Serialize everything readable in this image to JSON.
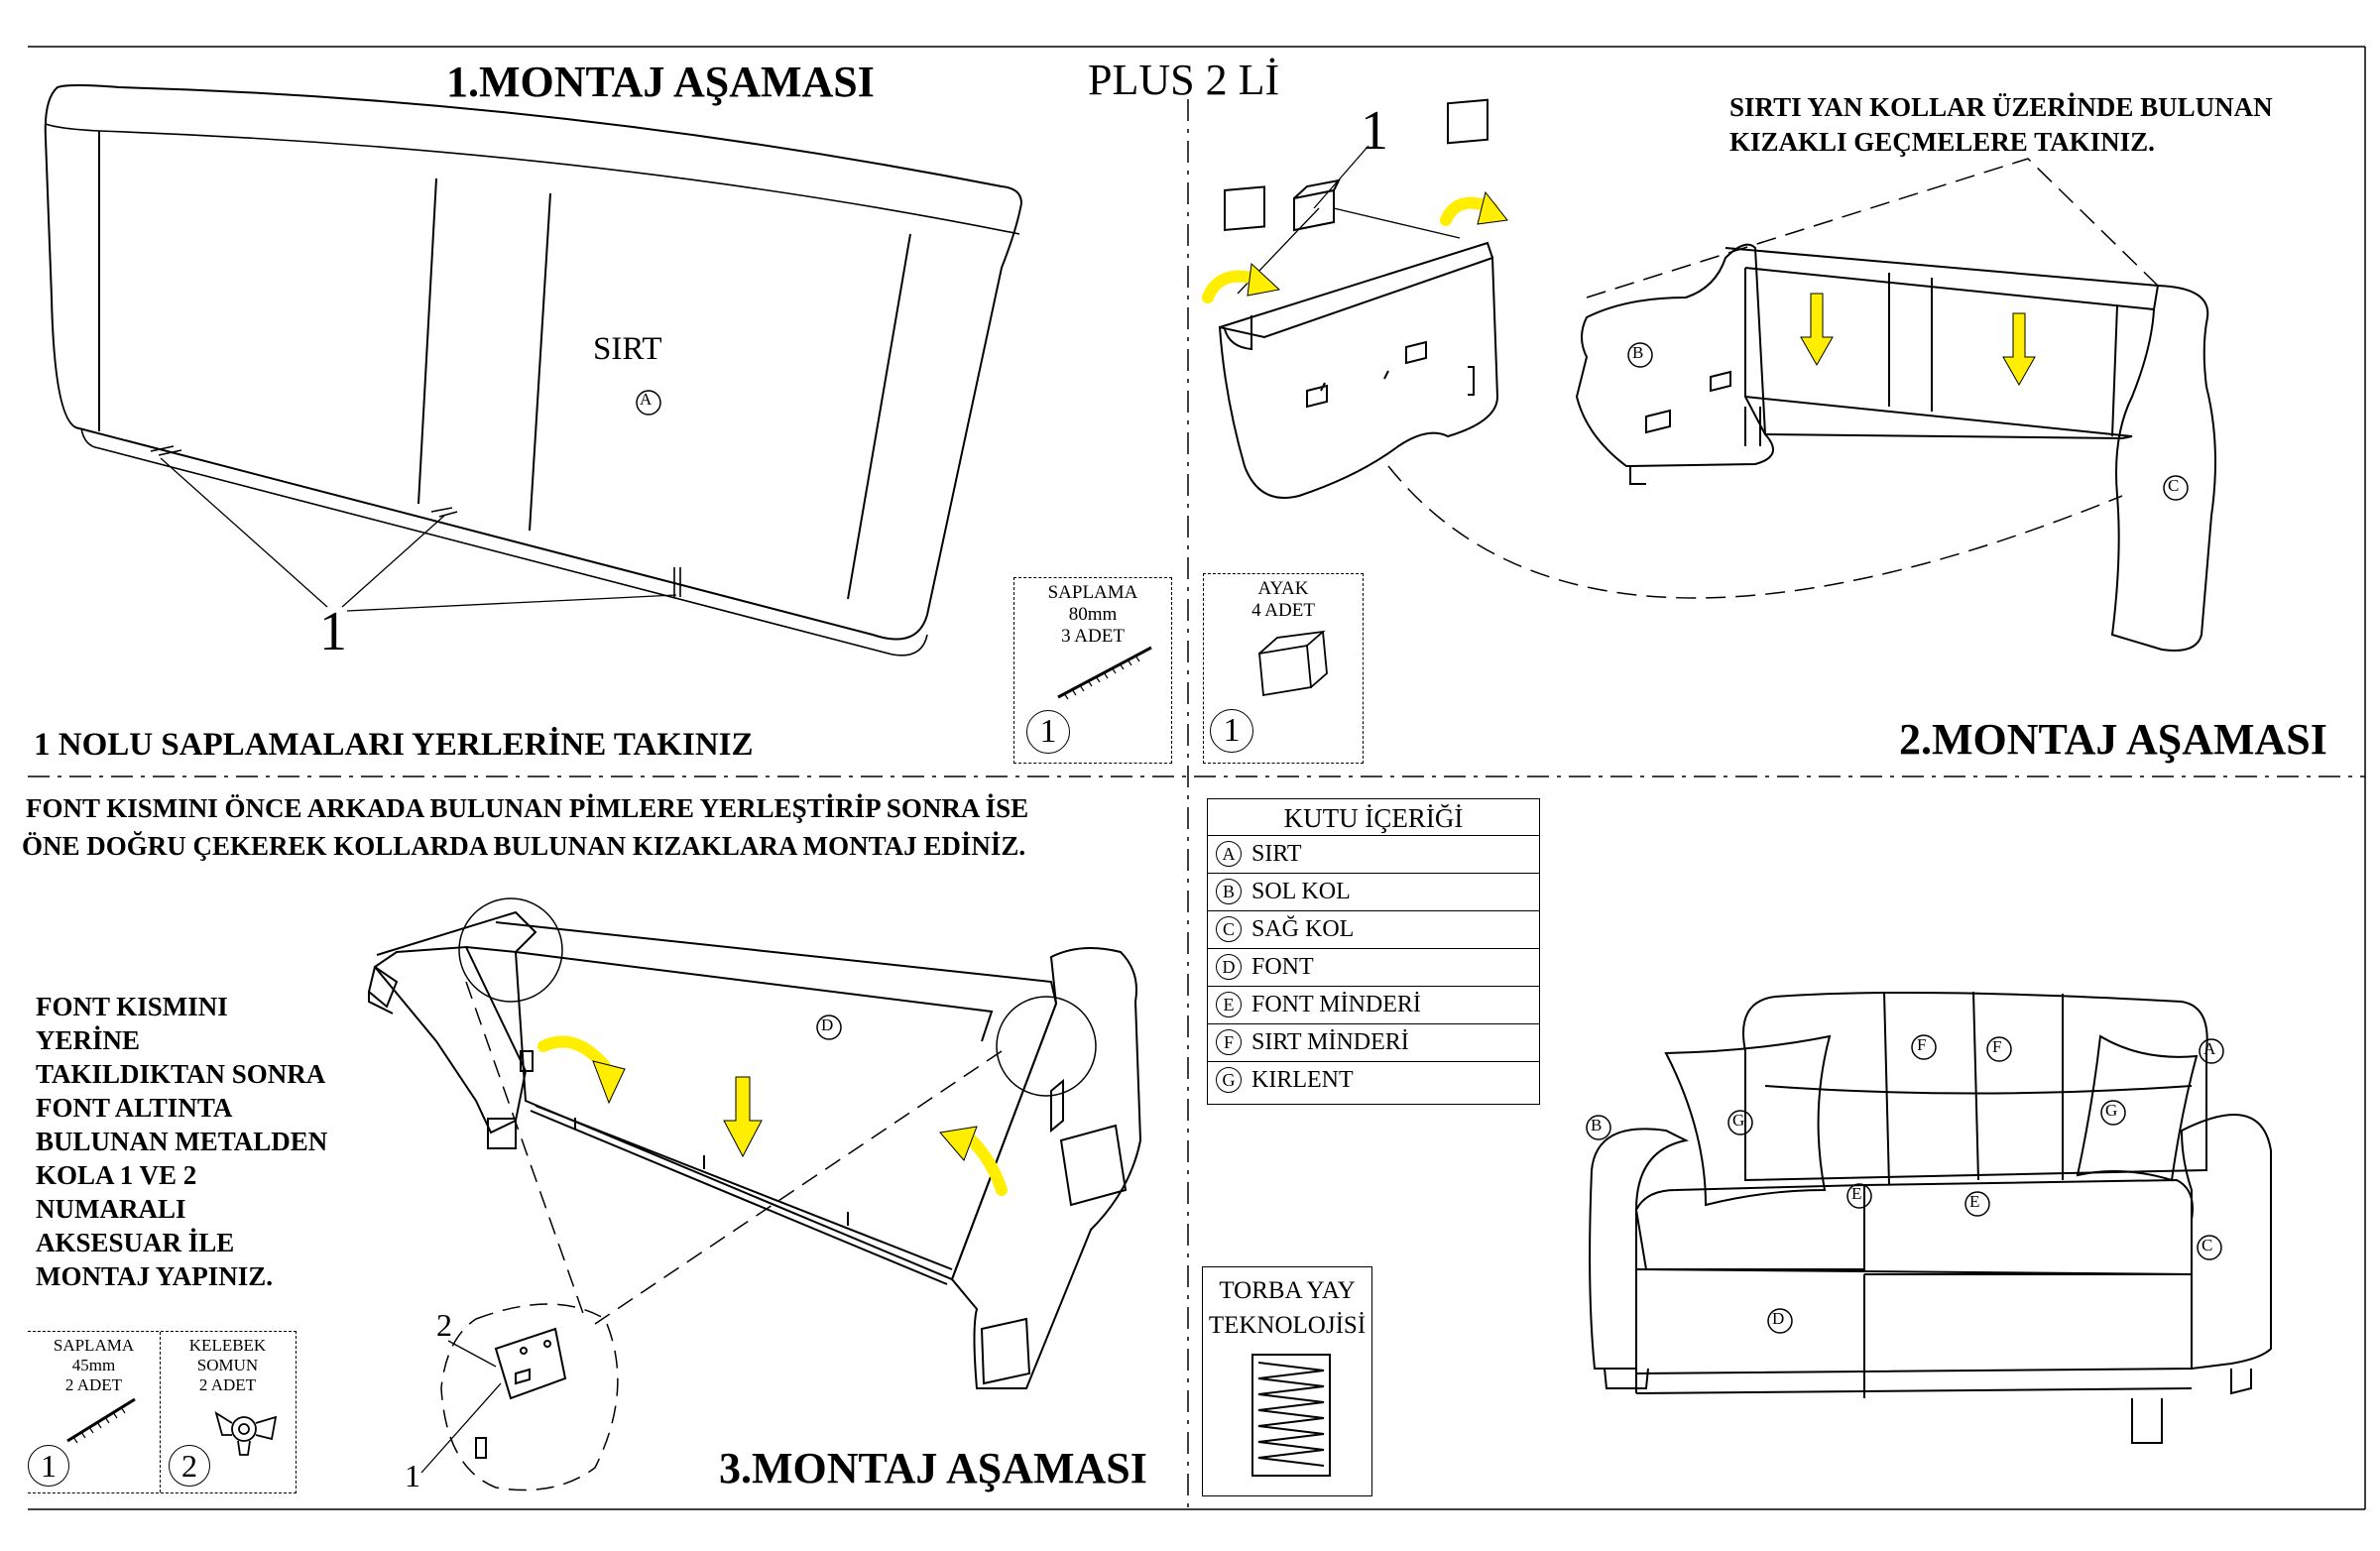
{
  "header": {
    "title": "PLUS 2 Lİ"
  },
  "step1": {
    "title": "1.MONTAJ AŞAMASI",
    "part_label": "SIRT",
    "part_letter": "A",
    "callout_number": "1",
    "instruction": "1 NOLU SAPLAMALARI YERLERİNE TAKINIZ",
    "hardware": {
      "name": "SAPLAMA",
      "size": "80mm",
      "qty": "3 ADET",
      "number": "1"
    }
  },
  "step2": {
    "title": "2.MONTAJ AŞAMASI",
    "instruction_line1": "SIRTI YAN KOLLAR ÜZERİNDE BULUNAN",
    "instruction_line2": "KIZAKLI GEÇMELERE TAKINIZ.",
    "callout_number": "1",
    "letter_b": "B",
    "letter_c": "C",
    "hardware": {
      "name": "AYAK",
      "qty": "4 ADET",
      "number": "1"
    }
  },
  "step3": {
    "title": "3.MONTAJ AŞAMASI",
    "instruction_line1": "FONT KISMINI ÖNCE ARKADA BULUNAN PİMLERE YERLEŞTİRİP SONRA İSE",
    "instruction_line2": "ÖNE DOĞRU ÇEKEREK KOLLARDA BULUNAN KIZAKLARA MONTAJ EDİNİZ.",
    "side_text": [
      "FONT KISMINI",
      "YERİNE",
      "TAKILDIKTAN SONRA",
      "FONT ALTINTA",
      "BULUNAN METALDEN",
      "KOLA 1 VE 2",
      "NUMARALI",
      "AKSESUAR İLE",
      "MONTAJ YAPINIZ."
    ],
    "letter_d": "D",
    "callout_1": "1",
    "callout_2": "2",
    "hardware1": {
      "name": "SAPLAMA",
      "size": "45mm",
      "qty": "2 ADET",
      "number": "1"
    },
    "hardware2": {
      "name_line1": "KELEBEK",
      "name_line2": "SOMUN",
      "qty": "2 ADET",
      "number": "2"
    }
  },
  "kutu": {
    "title": "KUTU İÇERİĞİ",
    "items": [
      {
        "letter": "A",
        "name": "SIRT"
      },
      {
        "letter": "B",
        "name": "SOL KOL"
      },
      {
        "letter": "C",
        "name": "SAĞ KOL"
      },
      {
        "letter": "D",
        "name": "FONT"
      },
      {
        "letter": "E",
        "name": "FONT MİNDERİ"
      },
      {
        "letter": "F",
        "name": "SIRT MİNDERİ"
      },
      {
        "letter": "G",
        "name": "KIRLENT"
      }
    ]
  },
  "torba": {
    "line1": "TORBA YAY",
    "line2": "TEKNOLOJİSİ"
  },
  "sofa_labels": {
    "a": "A",
    "b": "B",
    "c": "C",
    "d": "D",
    "e": "E",
    "f": "F",
    "g": "G"
  },
  "colors": {
    "arrow_yellow": "#ffee00",
    "line": "#000000"
  }
}
